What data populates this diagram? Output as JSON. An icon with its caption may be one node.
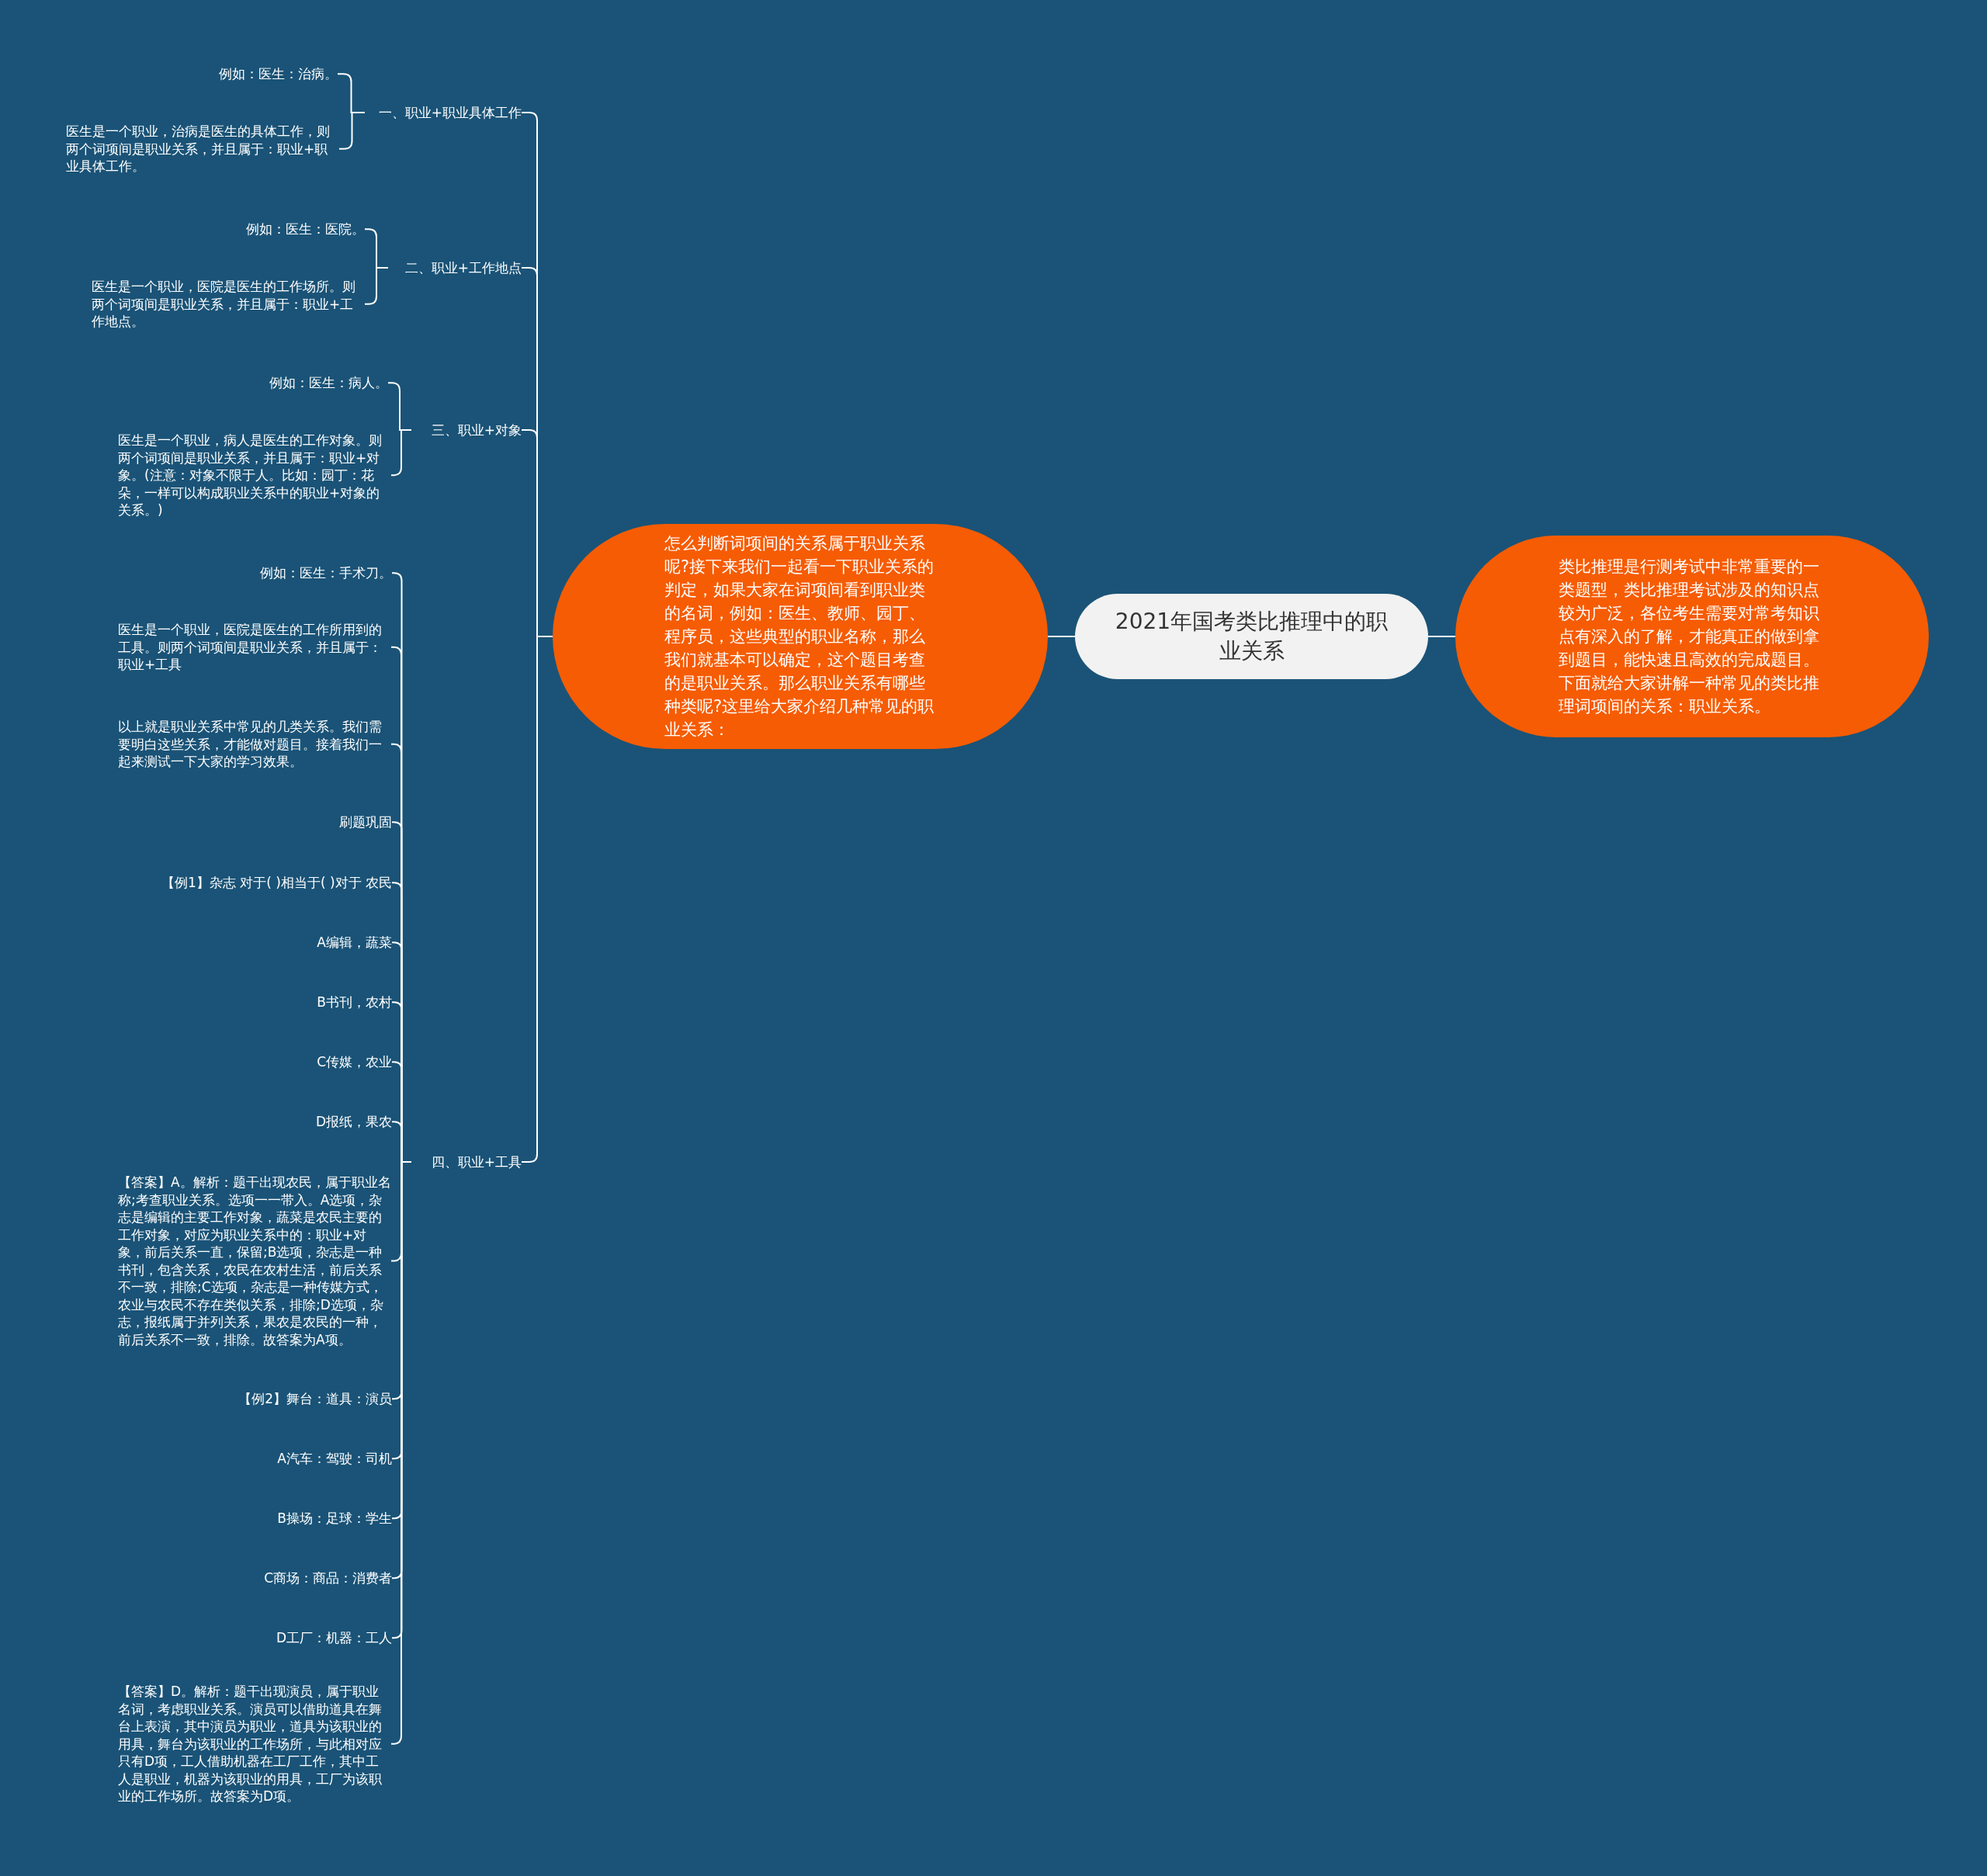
{
  "diagram": {
    "nodes": [
      {
        "text": [
          "2021年国考类比推理中的职业关系"
        ]
      },
      {
        "text": [
          "类比推理是行测考试中非常重要的一类题型，类比推理考试涉及的知识点较为广泛，各位考生需要对常考知识点有深入的了解，才能真正的做到拿到题目，能快速且高效的完成题目。下面就给大家讲解一种常见的类比推理词项间的关系：职业关系。"
        ]
      },
      {
        "text": [
          "怎么判断词项间的关系属于职业关系呢?接下来我们一起看一下职业关系的判定，如果大家在词项间看到职业类的名词，例如：医生、教师、园丁、程序员，这些典型的职业名称，那么我们就基本可以确定，这个题目考查的是职业关系。那么职业关系有哪些种类呢?这里给大家介绍几种常见的职业关系："
        ]
      },
      {
        "text": [
          "一、职业+职业具体工作"
        ]
      },
      {
        "text": [
          "例如：医生：治病。"
        ]
      },
      {
        "text": [
          "医生是一个职业，治病是医生的具体工作，则两个词项间是职业关系，并且属于：职业+职业具体工作。"
        ]
      },
      {
        "text": [
          "二、职业+工作地点"
        ]
      },
      {
        "text": [
          "例如：医生：医院。"
        ]
      },
      {
        "text": [
          "医生是一个职业，医院是医生的工作场所。则两个词项间是职业关系，并且属于：职业+工作地点。"
        ]
      },
      {
        "text": [
          "三、职业+对象"
        ]
      },
      {
        "text": [
          "例如：医生：病人。"
        ]
      },
      {
        "text": [
          "医生是一个职业，病人是医生的工作对象。则两个词项间是职业关系，并且属于：职业+对象。(注意：对象不限于人。比如：园丁：花朵，一样可以构成职业关系中的职业+对象的关系。)"
        ]
      },
      {
        "text": [
          "四、职业+工具"
        ]
      },
      {
        "text": [
          "例如：医生：手术刀。"
        ]
      },
      {
        "text": [
          "医生是一个职业，医院是医生的工作所用到的工具。则两个词项间是职业关系，并且属于：职业+工具"
        ]
      },
      {
        "text": [
          "以上就是职业关系中常见的几类关系。我们需要明白这些关系，才能做对题目。接着我们一起来测试一下大家的学习效果。"
        ]
      },
      {
        "text": [
          "刷题巩固"
        ]
      },
      {
        "text": [
          "【例1】杂志 对于( )相当于( )对于 农民"
        ]
      },
      {
        "text": [
          "A编辑，蔬菜"
        ]
      },
      {
        "text": [
          "B书刊，农村"
        ]
      },
      {
        "text": [
          "C传媒，农业"
        ]
      },
      {
        "text": [
          "D报纸，果农"
        ]
      },
      {
        "text": [
          "【答案】A。解析：题干出现农民，属于职业名称;考查职业关系。选项一一带入。A选项，杂志是编辑的主要工作对象，蔬菜是农民主要的工作对象，对应为职业关系中的：职业+对象，前后关系一直，保留;B选项，杂志是一种书刊，包含关系，农民在农村生活，前后关系不一致，排除;C选项，杂志是一种传媒方式，农业与农民不存在类似关系，排除;D选项，杂志，报纸属于并列关系，果农是农民的一种，前后关系不一致，排除。故答案为A项。"
        ]
      },
      {
        "text": [
          "【例2】舞台：道具：演员"
        ]
      },
      {
        "text": [
          "A汽车：驾驶：司机"
        ]
      },
      {
        "text": [
          "B操场：足球：学生"
        ]
      },
      {
        "text": [
          "C商场：商品：消费者"
        ]
      },
      {
        "text": [
          "D工厂：机器：工人"
        ]
      },
      {
        "text": [
          "【答案】D。解析：题干出现演员，属于职业名词，考虑职业关系。演员可以借助道具在舞台上表演，其中演员为职业，道具为该职业的用具，舞台为该职业的工作场所，与此相对应只有D项，工人借助机器在工厂工作，其中工人是职业，机器为该职业的用具，工厂为该职业的工作场所。故答案为D项。"
        ]
      }
    ],
    "edges": [
      {
        "from": 0,
        "to": 1,
        "arrow": "none"
      },
      {
        "from": 0,
        "to": 2,
        "arrow": "none"
      },
      {
        "from": 2,
        "to": 3,
        "arrow": "none"
      },
      {
        "from": 3,
        "to": 4,
        "arrow": "none"
      },
      {
        "from": 3,
        "to": 5,
        "arrow": "none"
      },
      {
        "from": 2,
        "to": 6,
        "arrow": "none"
      },
      {
        "from": 6,
        "to": 7,
        "arrow": "none"
      },
      {
        "from": 6,
        "to": 8,
        "arrow": "none"
      },
      {
        "from": 2,
        "to": 9,
        "arrow": "none"
      },
      {
        "from": 9,
        "to": 10,
        "arrow": "none"
      },
      {
        "from": 9,
        "to": 11,
        "arrow": "none"
      },
      {
        "from": 2,
        "to": 12,
        "arrow": "none"
      },
      {
        "from": 12,
        "to": 13,
        "arrow": "none"
      },
      {
        "from": 12,
        "to": 14,
        "arrow": "none"
      },
      {
        "from": 12,
        "to": 15,
        "arrow": "none"
      },
      {
        "from": 12,
        "to": 16,
        "arrow": "none"
      },
      {
        "from": 12,
        "to": 17,
        "arrow": "none"
      },
      {
        "from": 12,
        "to": 18,
        "arrow": "none"
      },
      {
        "from": 12,
        "to": 19,
        "arrow": "none"
      },
      {
        "from": 12,
        "to": 20,
        "arrow": "none"
      },
      {
        "from": 12,
        "to": 21,
        "arrow": "none"
      },
      {
        "from": 12,
        "to": 22,
        "arrow": "none"
      },
      {
        "from": 12,
        "to": 23,
        "arrow": "none"
      },
      {
        "from": 12,
        "to": 24,
        "arrow": "none"
      },
      {
        "from": 12,
        "to": 25,
        "arrow": "none"
      },
      {
        "from": 12,
        "to": 26,
        "arrow": "none"
      },
      {
        "from": 12,
        "to": 27,
        "arrow": "none"
      },
      {
        "from": 12,
        "to": 28,
        "arrow": "none"
      }
    ]
  }
}
